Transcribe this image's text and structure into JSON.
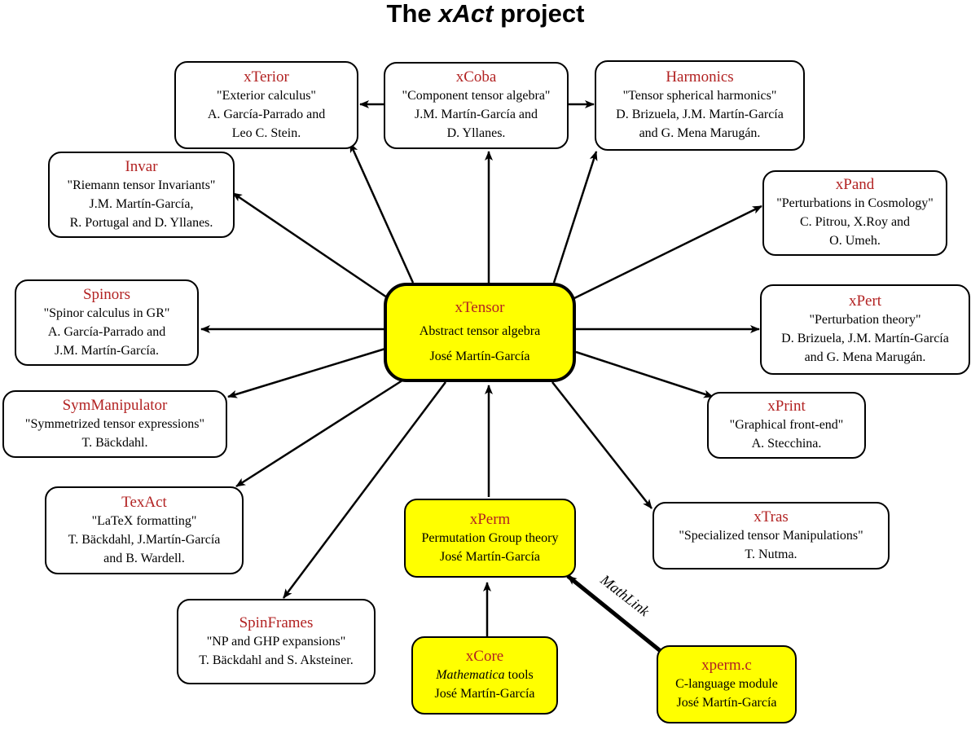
{
  "title": {
    "prefix": "The ",
    "emphasis": "xAct",
    "suffix": " project"
  },
  "nodes": {
    "xterior": {
      "name": "xTerior",
      "desc": "\"Exterior calculus\"",
      "authors": "A. García-Parrado and",
      "authors2": "Leo C. Stein."
    },
    "xcoba": {
      "name": "xCoba",
      "desc": "\"Component tensor algebra\"",
      "authors": "J.M. Martín-García and",
      "authors2": "D. Yllanes."
    },
    "harmonics": {
      "name": "Harmonics",
      "desc": "\"Tensor spherical harmonics\"",
      "authors": "D. Brizuela, J.M. Martín-García",
      "authors2": "and G. Mena Marugán."
    },
    "invar": {
      "name": "Invar",
      "desc": "\"Riemann tensor Invariants\"",
      "authors": "J.M. Martín-García,",
      "authors2": "R. Portugal and D. Yllanes."
    },
    "xpand": {
      "name": "xPand",
      "desc": "\"Perturbations in Cosmology\"",
      "authors": "C. Pitrou, X.Roy and",
      "authors2": "O. Umeh."
    },
    "spinors": {
      "name": "Spinors",
      "desc": "\"Spinor calculus in GR\"",
      "authors": "A. García-Parrado and",
      "authors2": "J.M. Martín-García."
    },
    "xtensor": {
      "name": "xTensor",
      "desc": "Abstract tensor algebra",
      "authors": "José Martín-García"
    },
    "xpert": {
      "name": "xPert",
      "desc": "\"Perturbation theory\"",
      "authors": "D. Brizuela, J.M. Martín-García",
      "authors2": "and G. Mena Marugán."
    },
    "symmanip": {
      "name": "SymManipulator",
      "desc": "\"Symmetrized tensor expressions\"",
      "authors": "T. Bäckdahl."
    },
    "xprint": {
      "name": "xPrint",
      "desc": "\"Graphical front-end\"",
      "authors": "A. Stecchina."
    },
    "texact": {
      "name": "TexAct",
      "desc": "\"LaTeX formatting\"",
      "authors": "T. Bäckdahl, J.Martín-García",
      "authors2": "and B. Wardell."
    },
    "xperm": {
      "name": "xPerm",
      "desc": "Permutation Group theory",
      "authors": "José Martín-García"
    },
    "xtras": {
      "name": "xTras",
      "desc": "\"Specialized tensor Manipulations\"",
      "authors": "T. Nutma."
    },
    "spinframes": {
      "name": "SpinFrames",
      "desc": "\"NP and GHP expansions\"",
      "authors": "T. Bäckdahl and S. Aksteiner."
    },
    "xcore": {
      "name": "xCore",
      "desc_em": "Mathematica",
      "desc_rest": " tools",
      "authors": "José Martín-García"
    },
    "xpermc": {
      "name": "xperm.c",
      "desc": "C-language module",
      "authors": "José Martín-García"
    }
  },
  "edge_label": "MathLink",
  "colors": {
    "core_fill": "#ffff00",
    "name_text": "#b22222",
    "line": "#000000"
  }
}
